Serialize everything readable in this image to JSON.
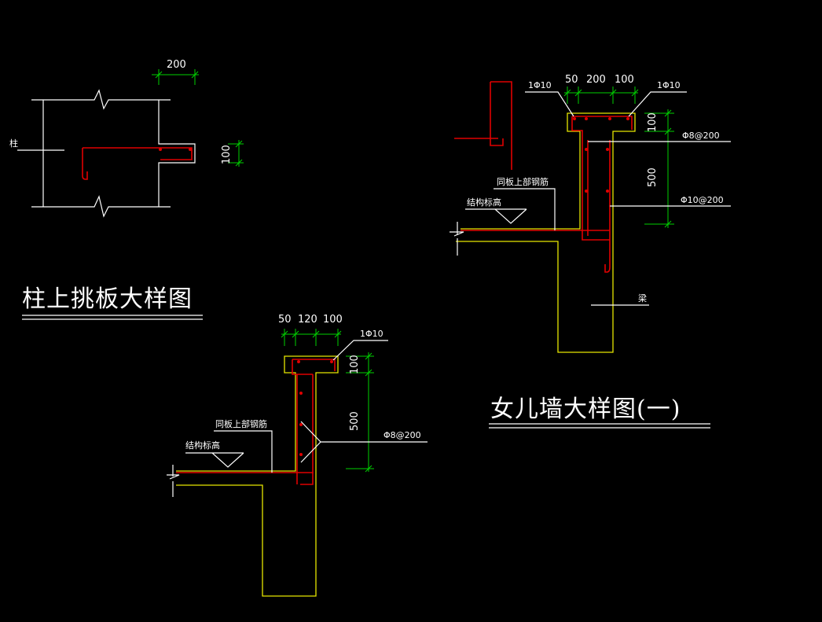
{
  "detail1": {
    "title": "柱上挑板大样图",
    "dim_top": "200",
    "dim_side": "100",
    "column_label": "柱"
  },
  "detail2": {
    "title": "女儿墙大样图(一)",
    "dims_top": [
      "50",
      "200",
      "100"
    ],
    "bar_left": "1Φ10",
    "bar_right": "1Φ10",
    "dim_100": "100",
    "dim_500": "500",
    "stirrup": "Φ8@200",
    "vertical": "Φ10@200",
    "note_same_slab": "同板上部钢筋",
    "note_level": "结构标高",
    "beam_label": "梁"
  },
  "detail3": {
    "dims_top": [
      "50",
      "120",
      "100"
    ],
    "bar_right": "1Φ10",
    "dim_100": "100",
    "dim_500": "500",
    "stirrup": "Φ8@200",
    "note_same_slab": "同板上部钢筋",
    "note_level": "结构标高"
  }
}
